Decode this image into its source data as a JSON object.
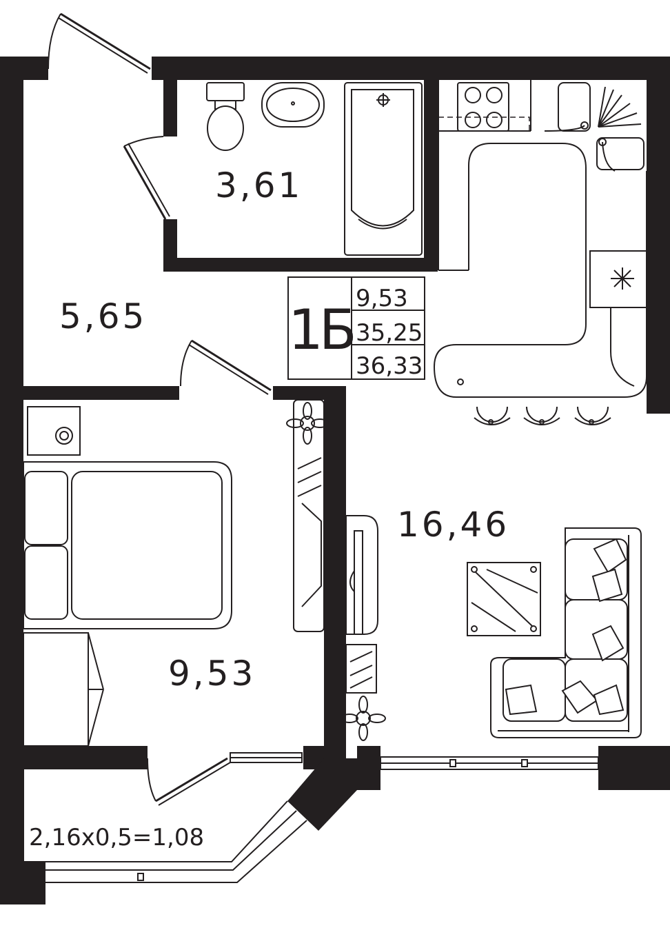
{
  "rooms": {
    "bathroom_area": "3,61",
    "hallway_area": "5,65",
    "living_kitchen_area": "16,46",
    "bedroom_area": "9,53",
    "balcony_area": "2,16x0,5=1,08"
  },
  "badge": {
    "code": "1Б",
    "living_area": "9,53",
    "total_area": "35,25",
    "total_with_balcony": "36,33"
  },
  "colors": {
    "wall": "#231f20",
    "background": "#ffffff"
  }
}
